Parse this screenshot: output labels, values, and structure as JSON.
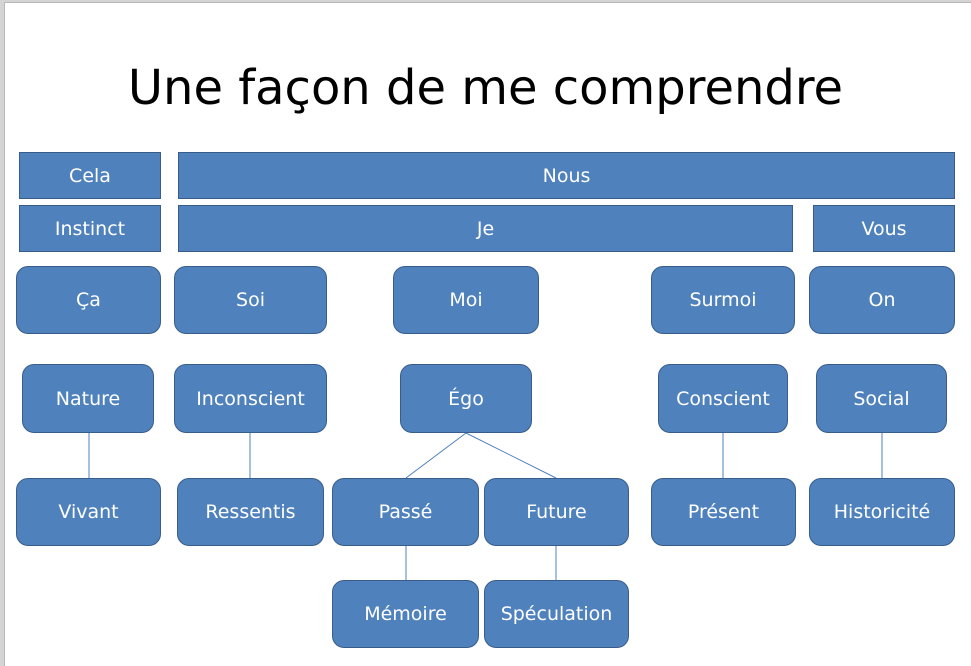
{
  "title": "Une façon de me comprendre",
  "row1": {
    "cela": "Cela",
    "nous": "Nous"
  },
  "row2": {
    "instinct": "Instinct",
    "je": "Je",
    "vous": "Vous"
  },
  "row3": {
    "ca": "Ça",
    "soi": "Soi",
    "moi": "Moi",
    "surmoi": "Surmoi",
    "on": "On"
  },
  "row4": {
    "nature": "Nature",
    "inconscient": "Inconscient",
    "ego": "Égo",
    "conscient": "Conscient",
    "social": "Social"
  },
  "row5": {
    "vivant": "Vivant",
    "ressentis": "Ressentis",
    "passe": "Passé",
    "future": "Future",
    "present": "Présent",
    "historicite": "Historicité"
  },
  "row6": {
    "memoire": "Mémoire",
    "speculation": "Spéculation"
  },
  "colors": {
    "box_fill": "#4f81bd",
    "box_border": "#385d8a",
    "line": "#4f81bd"
  }
}
